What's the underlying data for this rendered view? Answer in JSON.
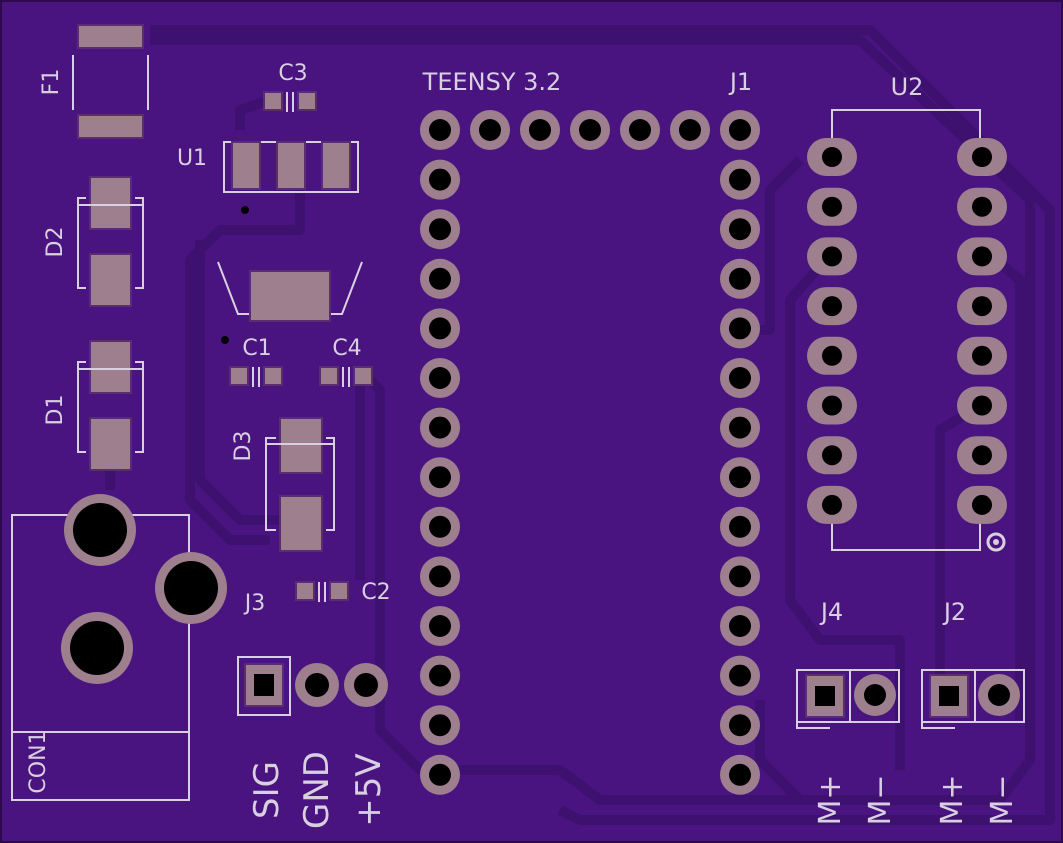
{
  "colors": {
    "board": "#4a1480",
    "board_edge": "#2c0a4d",
    "trace": "#3d1070",
    "trace_light": "#5520a0",
    "copper": "#9e7f8e",
    "silk": "#d8d0e0",
    "hole": "#000000"
  },
  "labels": {
    "f1": "F1",
    "c3": "C3",
    "u1": "U1",
    "d2": "D2",
    "c1": "C1",
    "c4": "C4",
    "d1": "D1",
    "d3": "D3",
    "c2": "C2",
    "j3": "J3",
    "con1": "CON1",
    "teensy": "TEENSY 3.2",
    "j1": "J1",
    "u2": "U2",
    "j4": "J4",
    "j2": "J2",
    "sig": "SIG",
    "gnd": "GND",
    "v5": "+5V",
    "j4_mplus": "M+",
    "j4_mminus": "M−",
    "j2_mplus": "M+",
    "j2_mminus": "M−"
  }
}
